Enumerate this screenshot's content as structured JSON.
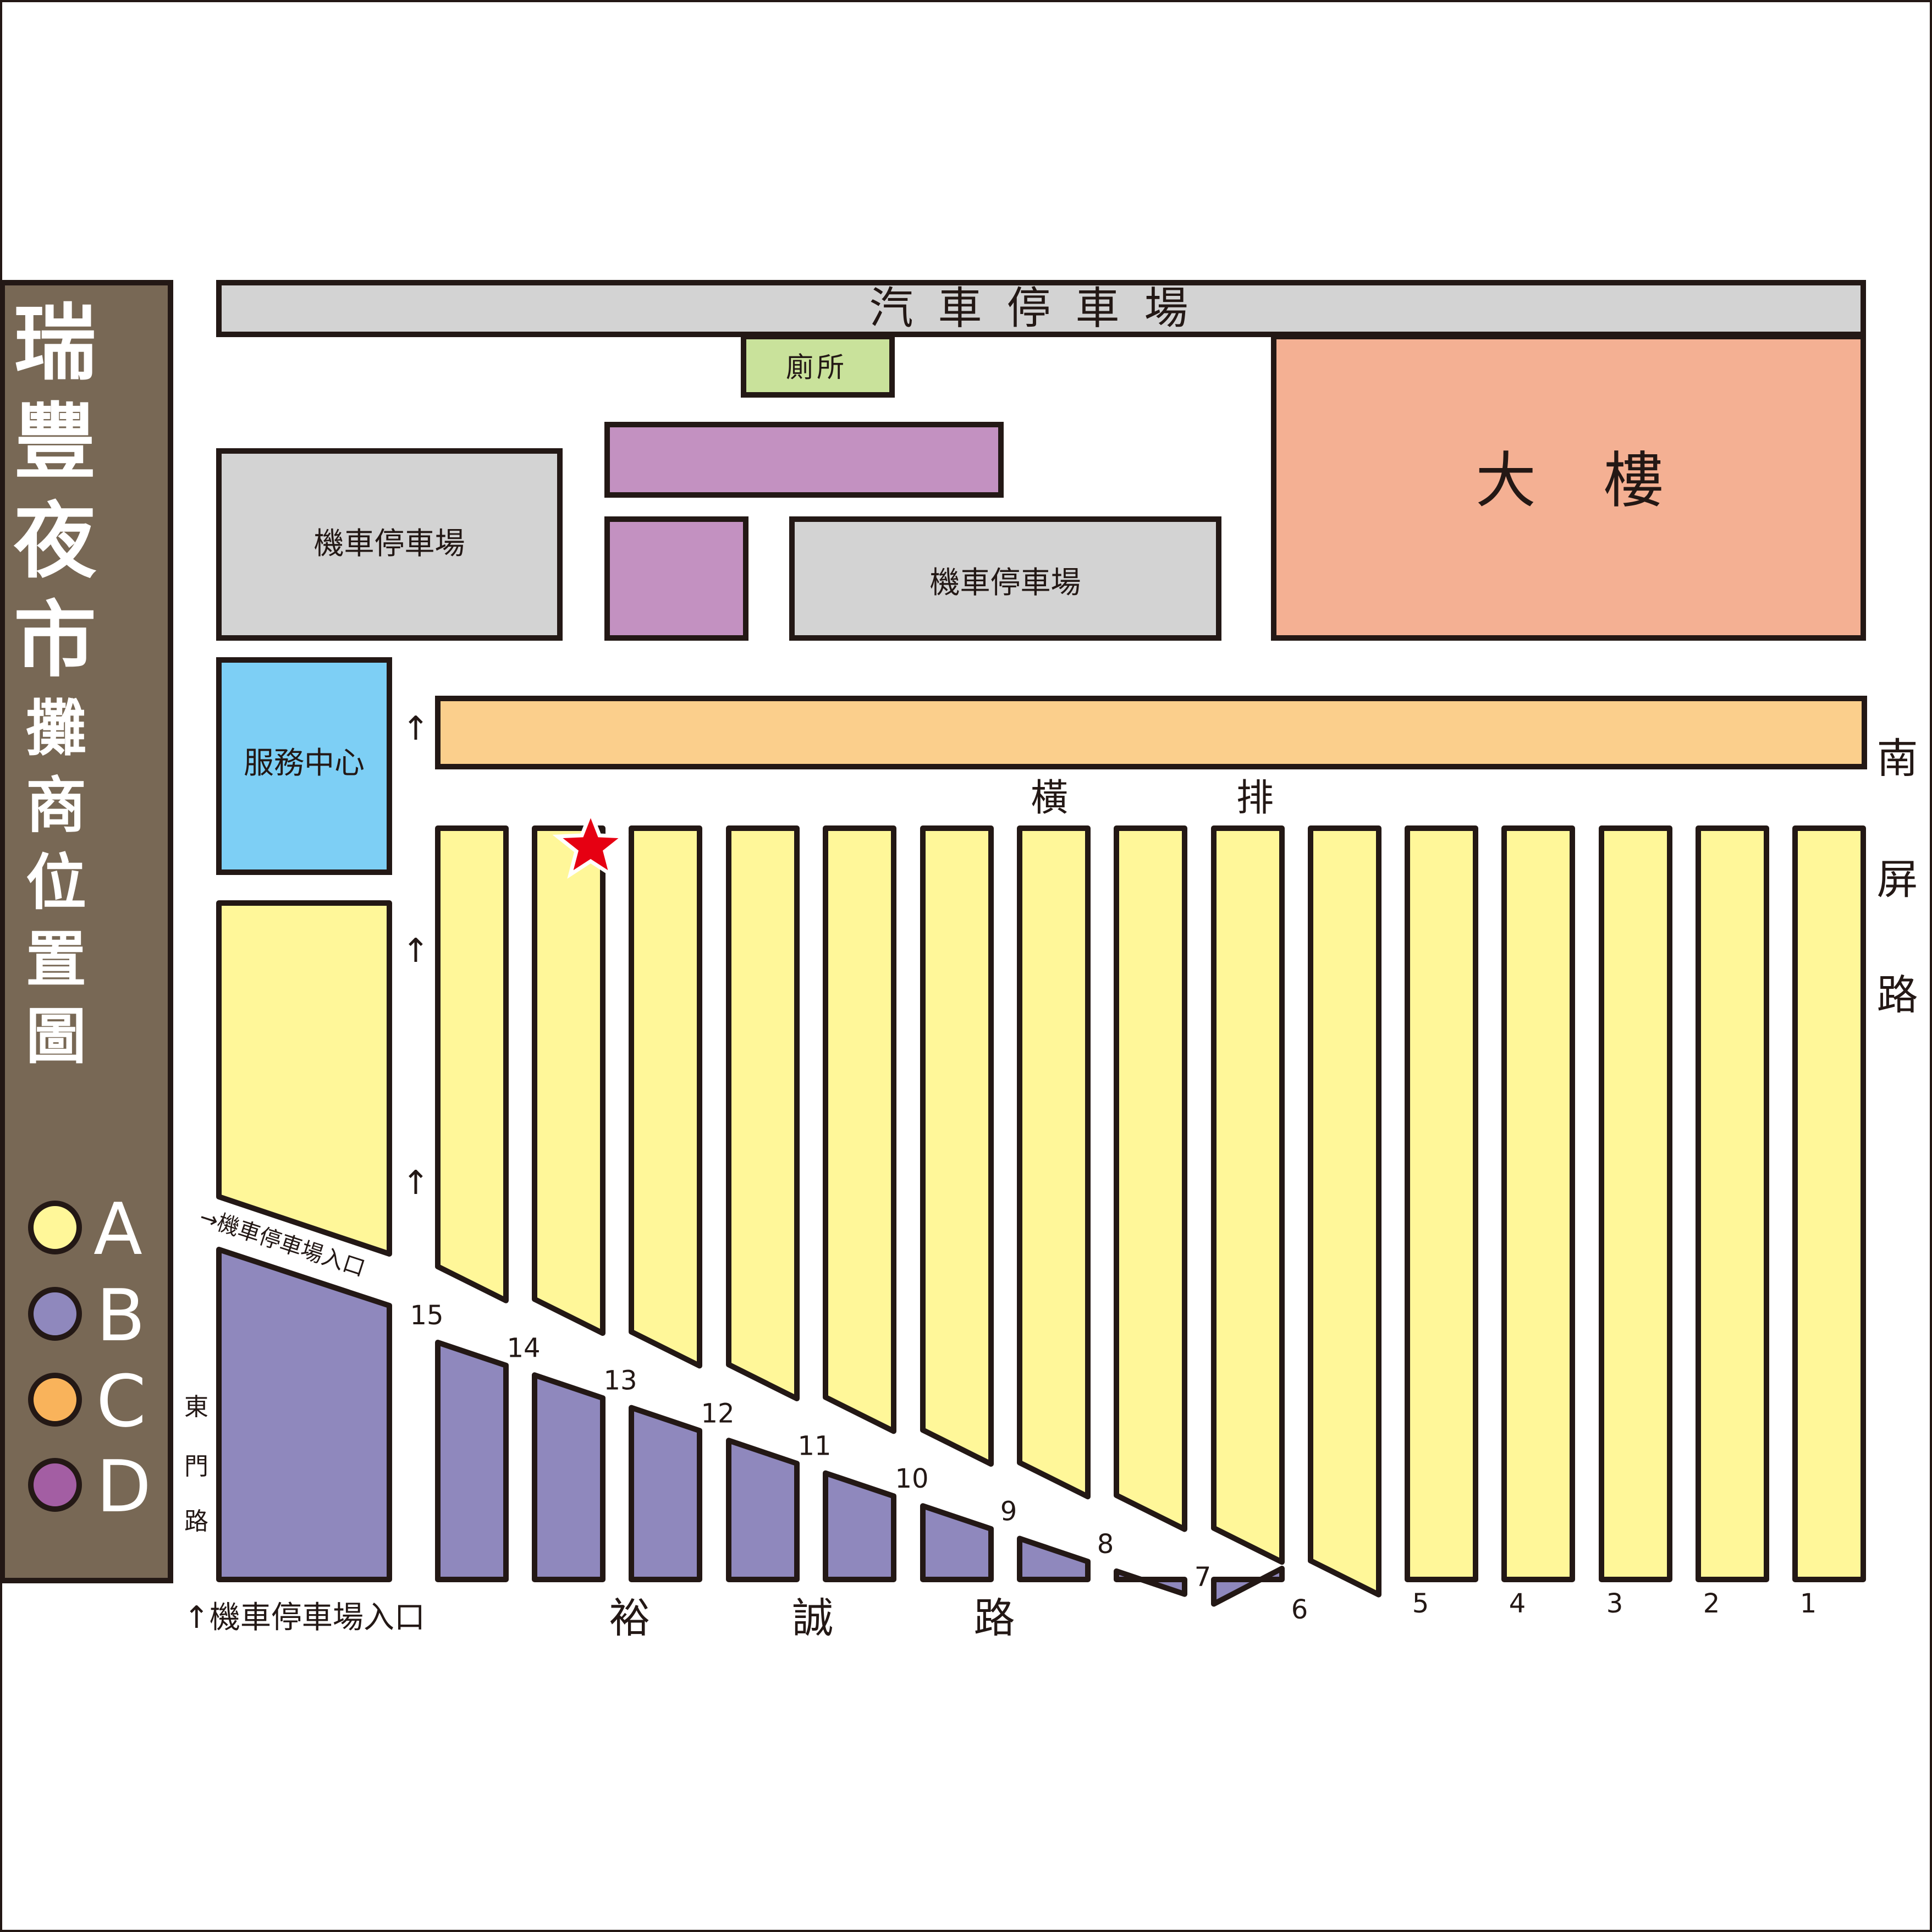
{
  "title": [
    "瑞",
    "豐",
    "夜",
    "市"
  ],
  "subtitle": [
    "攤",
    "商",
    "位",
    "置",
    "圖"
  ],
  "legend": [
    {
      "label": "A",
      "color": "#fff799"
    },
    {
      "label": "B",
      "color": "#8f88bd"
    },
    {
      "label": "C",
      "color": "#f9b35b"
    },
    {
      "label": "D",
      "color": "#a35ea3"
    }
  ],
  "colors": {
    "border": "#231815",
    "sidebar": "#786855",
    "parking": "#d3d3d3",
    "toilet": "#c9e29b",
    "building": "#f4b093",
    "service": "#7dcff5",
    "row": "#fbcf8c",
    "stall_a": "#fff799",
    "stall_b": "#8f88bd",
    "stall_d": "#c391c1",
    "star": "#e60012"
  },
  "labels": {
    "car_parking": "汽車停車場",
    "toilet": "廁所",
    "building": [
      "大",
      "樓"
    ],
    "scooter_parking_1": "機車停車場",
    "scooter_parking_2": "機車停車場",
    "service_center": "服務中心",
    "horizontal_row": [
      "橫",
      "排"
    ],
    "east_road": [
      "南",
      "屏",
      "路"
    ],
    "south_road": [
      "裕",
      "誠",
      "路"
    ],
    "west_road": [
      "東",
      "門",
      "路"
    ],
    "scooter_entrance_diag": "→機車停車場入口",
    "scooter_entrance_bottom": "↑機車停車場入口",
    "arrow": "↑"
  },
  "stall_numbers": [
    "15",
    "14",
    "13",
    "12",
    "11",
    "10",
    "9",
    "8",
    "7",
    "6",
    "5",
    "4",
    "3",
    "2",
    "1"
  ]
}
